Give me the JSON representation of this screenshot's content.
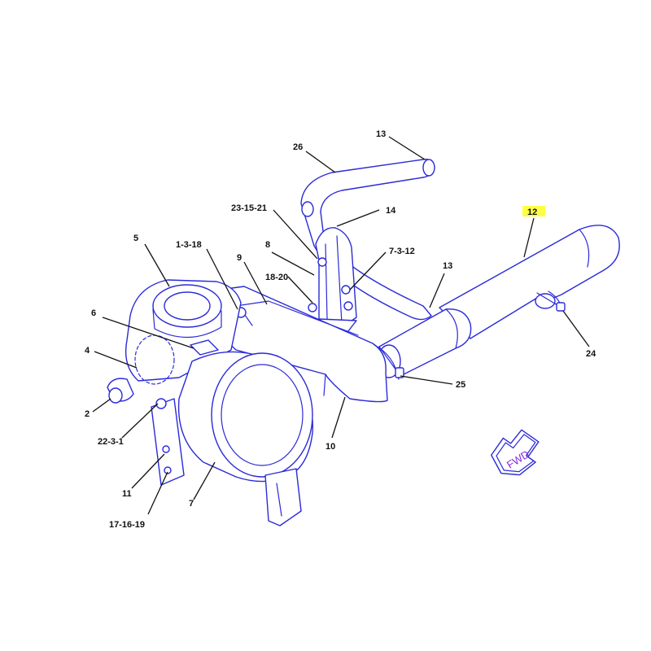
{
  "diagram": {
    "callouts": [
      {
        "id": "c13a",
        "label": "13"
      },
      {
        "id": "c26",
        "label": "26"
      },
      {
        "id": "c23",
        "label": "23-15-21"
      },
      {
        "id": "c14",
        "label": "14"
      },
      {
        "id": "c12",
        "label": "12",
        "highlighted": true
      },
      {
        "id": "c5",
        "label": "5"
      },
      {
        "id": "c1318",
        "label": "1-3-18"
      },
      {
        "id": "c8",
        "label": "8"
      },
      {
        "id": "c9",
        "label": "9"
      },
      {
        "id": "c7312",
        "label": "7-3-12"
      },
      {
        "id": "c13b",
        "label": "13"
      },
      {
        "id": "c1820",
        "label": "18-20"
      },
      {
        "id": "c6",
        "label": "6"
      },
      {
        "id": "c4",
        "label": "4"
      },
      {
        "id": "c24",
        "label": "24"
      },
      {
        "id": "c25",
        "label": "25"
      },
      {
        "id": "c2",
        "label": "2"
      },
      {
        "id": "c2231",
        "label": "22-3-1"
      },
      {
        "id": "c10",
        "label": "10"
      },
      {
        "id": "c11",
        "label": "11"
      },
      {
        "id": "c7",
        "label": "7"
      },
      {
        "id": "c171619",
        "label": "17-16-19"
      }
    ],
    "fwd_label": "FWD",
    "colors": {
      "line_art": "#2a2ad8",
      "highlight": "#ffff44",
      "fwd_text": "#8a2be2",
      "callout_text": "#111111"
    }
  }
}
